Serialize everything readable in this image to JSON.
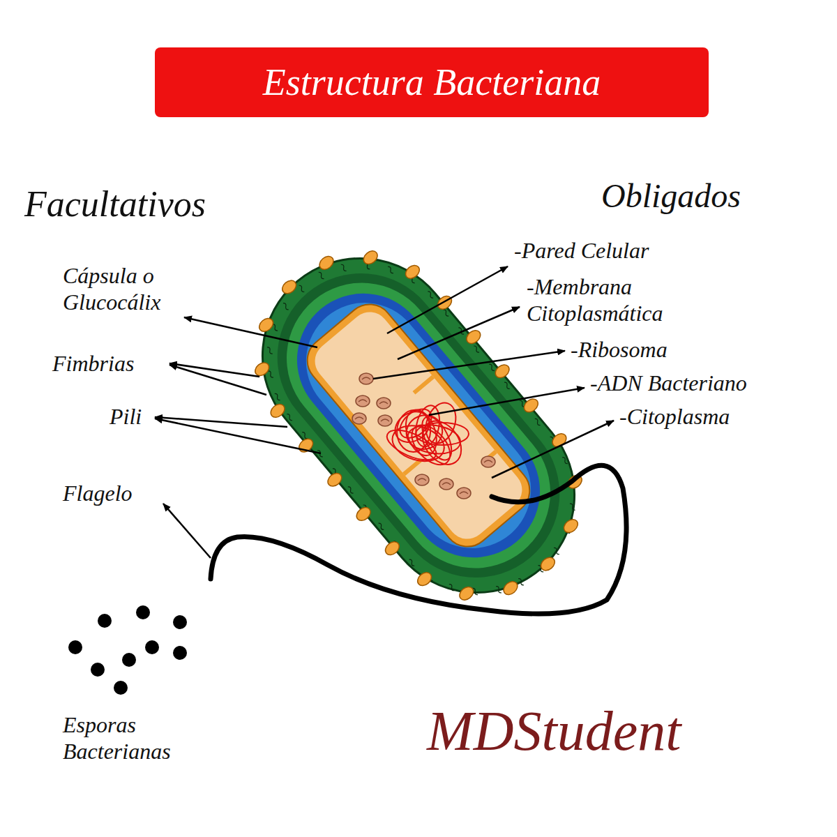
{
  "diagram": {
    "title": "Estructura Bacteriana",
    "labels": [
      "Facultativos",
      "Obligados",
      "Cápsula o Glucocálix",
      "Fimbrias",
      "Pili",
      "Flagelo",
      "Esporas Bacterianas",
      "-Pared Celular",
      "-Membrana Citoplasmática",
      "-Ribosoma",
      "-ADN Bacteriano",
      "-Citoplasma",
      "MDStudent"
    ]
  }
}
